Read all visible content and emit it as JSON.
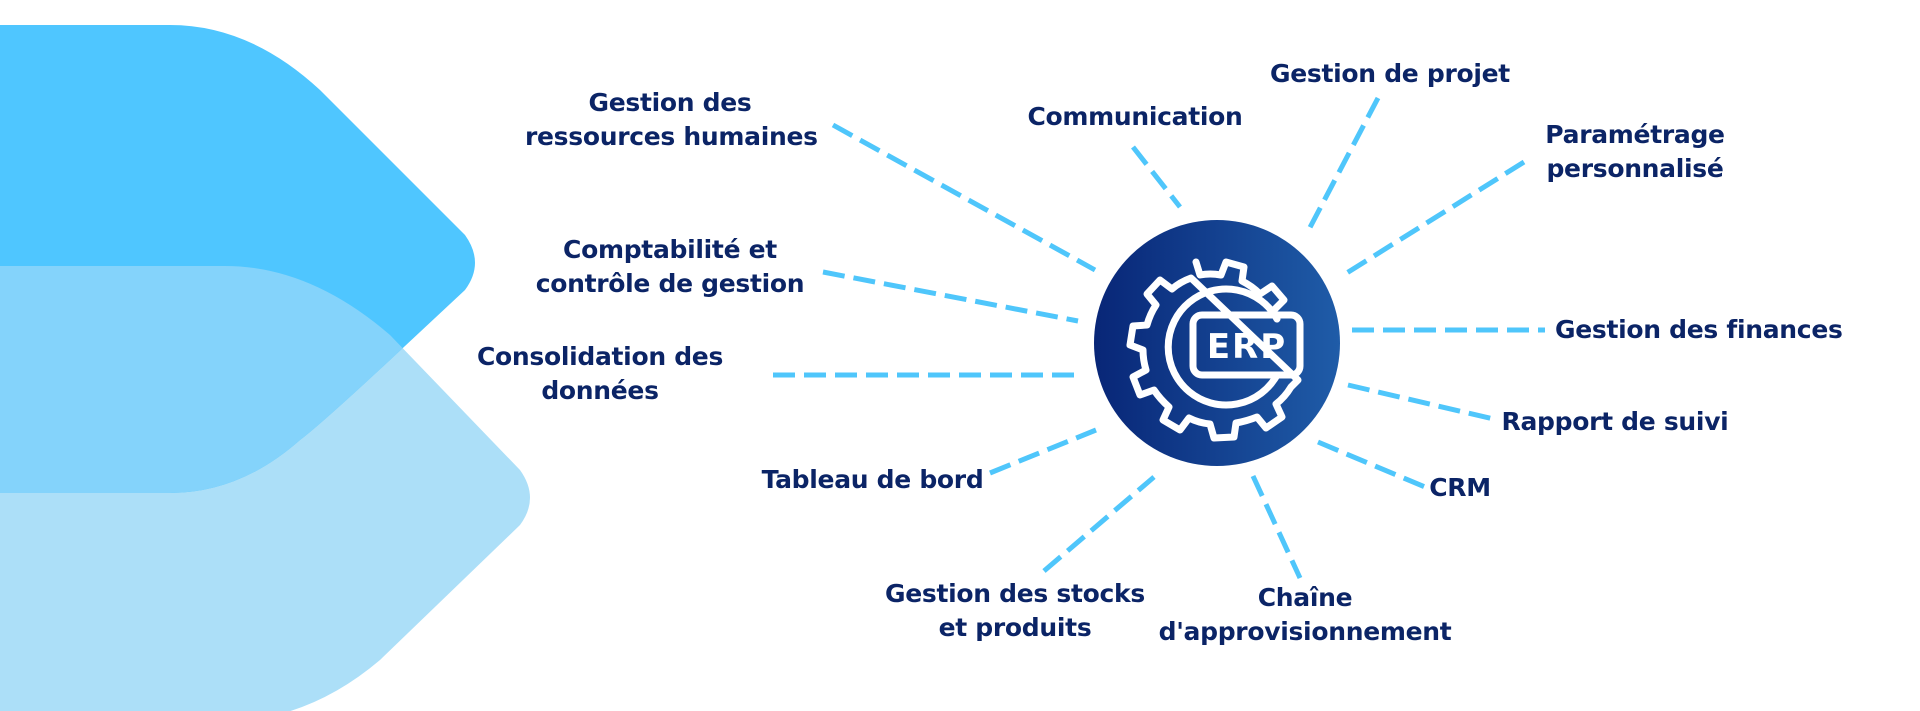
{
  "colors": {
    "shape_top": "#4fc6ff",
    "shape_overlap": "#84d3fb",
    "shape_bottom": "#acdff8",
    "connector": "#4fc6fb",
    "label_text": "#0b2466",
    "hub_gradient_start": "#082677",
    "hub_gradient_end": "#1f5ca8",
    "icon_stroke": "#ffffff"
  },
  "hub": {
    "icon": "erp-gear-icon",
    "text": "ERP"
  },
  "modules": [
    {
      "id": "rh",
      "lines": [
        "Gestion des",
        "ressources humaines"
      ]
    },
    {
      "id": "communication",
      "lines": [
        "Communication"
      ]
    },
    {
      "id": "projet",
      "lines": [
        "Gestion de projet"
      ]
    },
    {
      "id": "parametrage",
      "lines": [
        "Paramétrage",
        "personnalisé"
      ]
    },
    {
      "id": "comptabilite",
      "lines": [
        "Comptabilité et",
        "contrôle de gestion"
      ]
    },
    {
      "id": "finances",
      "lines": [
        "Gestion des finances"
      ]
    },
    {
      "id": "consolidation",
      "lines": [
        "Consolidation des",
        "données"
      ]
    },
    {
      "id": "rapport",
      "lines": [
        "Rapport de suivi"
      ]
    },
    {
      "id": "tableau",
      "lines": [
        "Tableau de bord"
      ]
    },
    {
      "id": "crm",
      "lines": [
        "CRM"
      ]
    },
    {
      "id": "stocks",
      "lines": [
        "Gestion des stocks",
        "et produits"
      ]
    },
    {
      "id": "approvisionnement",
      "lines": [
        "Chaîne",
        "d'approvisionnement"
      ]
    }
  ]
}
